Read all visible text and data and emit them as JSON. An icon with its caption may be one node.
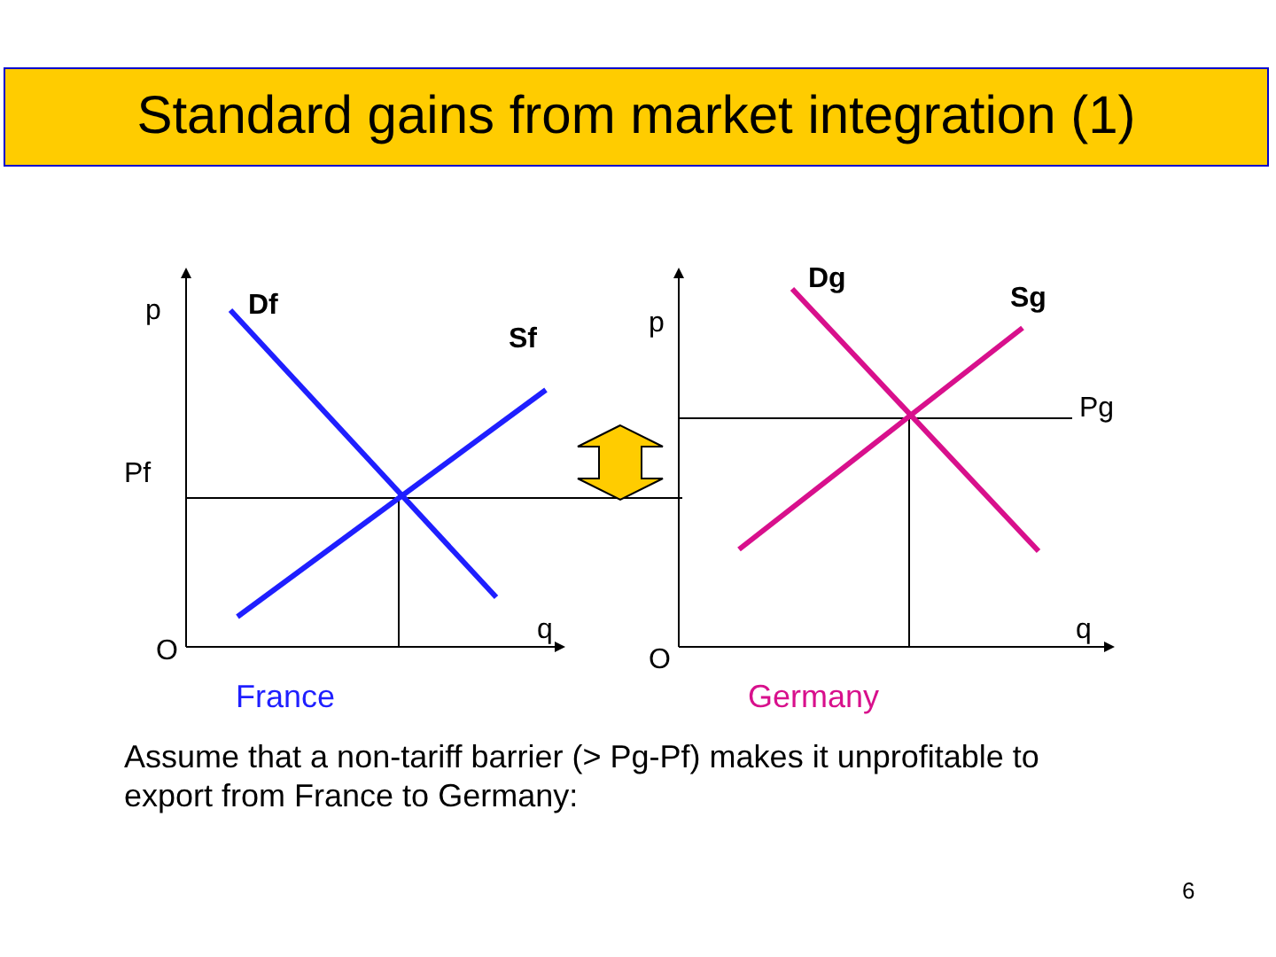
{
  "diagram": {
    "title": "Standard gains from market integration (1)",
    "labels": [
      "p",
      "Df",
      "Sf",
      "Pf",
      "O",
      "q",
      "France",
      "Dg",
      "Sg",
      "p",
      "Pg",
      "O",
      "q",
      "Germany",
      "Assume that a non-tariff barrier (> Pg-Pf) makes it unprofitable to export from France to Germany:",
      "6"
    ]
  }
}
